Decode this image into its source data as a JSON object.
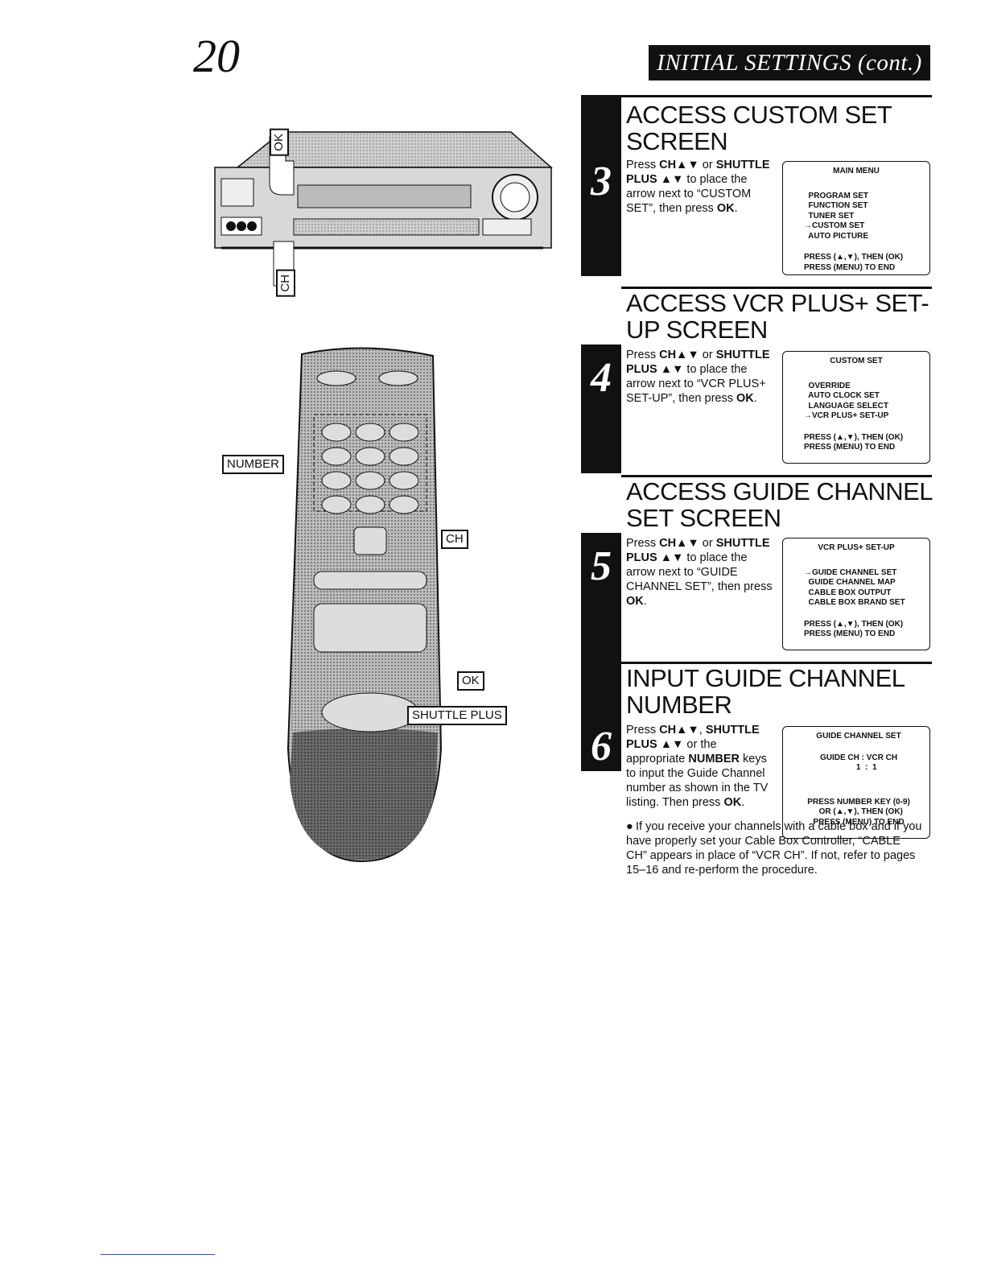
{
  "page": {
    "number": "20",
    "section_title": "INITIAL SETTINGS (cont.)"
  },
  "illustrations": {
    "vcr": {
      "callouts": {
        "ok": "OK",
        "ch": "CH"
      }
    },
    "remote": {
      "callouts": {
        "number": "NUMBER",
        "ch": "CH",
        "ok": "OK",
        "shuttle_plus": "SHUTTLE PLUS"
      }
    }
  },
  "steps": [
    {
      "number": "3",
      "title": "ACCESS CUSTOM SET SCREEN",
      "text": [
        "Press ",
        "CH▲▼",
        " or ",
        "SHUTTLE PLUS ▲▼",
        " to place the arrow next to “CUSTOM SET”, then press ",
        "OK",
        "."
      ],
      "osd": {
        "title": "MAIN MENU",
        "items": [
          "  PROGRAM SET",
          "  FUNCTION SET",
          "  TUNER SET",
          "→CUSTOM SET",
          "  AUTO PICTURE"
        ],
        "footer": [
          "PRESS (▲,▼), THEN (OK)",
          "PRESS (MENU) TO END"
        ]
      }
    },
    {
      "number": "4",
      "title": "ACCESS VCR PLUS+ SET-UP SCREEN",
      "text": [
        "Press ",
        "CH▲▼",
        " or ",
        "SHUTTLE PLUS ▲▼",
        " to place the arrow next to “VCR PLUS+ SET-UP”, then press ",
        "OK",
        "."
      ],
      "osd": {
        "title": "CUSTOM SET",
        "items": [
          "  OVERRIDE",
          "  AUTO CLOCK SET",
          "  LANGUAGE SELECT",
          "→VCR PLUS+ SET-UP"
        ],
        "footer": [
          "PRESS (▲,▼), THEN (OK)",
          "PRESS (MENU) TO END"
        ]
      }
    },
    {
      "number": "5",
      "title": "ACCESS GUIDE CHANNEL SET SCREEN",
      "text": [
        "Press ",
        "CH▲▼",
        " or ",
        "SHUTTLE PLUS ▲▼",
        " to place the arrow next to “GUIDE CHANNEL SET”, then press ",
        "OK",
        "."
      ],
      "osd": {
        "title": "VCR PLUS+ SET-UP",
        "items": [
          "→GUIDE CHANNEL SET",
          "  GUIDE CHANNEL MAP",
          "  CABLE BOX OUTPUT",
          "  CABLE BOX BRAND SET"
        ],
        "footer": [
          "PRESS (▲,▼), THEN (OK)",
          "PRESS (MENU) TO END"
        ]
      }
    },
    {
      "number": "6",
      "title": "INPUT GUIDE CHANNEL NUMBER",
      "text": [
        "Press ",
        "CH▲▼",
        ", ",
        "SHUTTLE PLUS ▲▼",
        " or the appropriate ",
        "NUMBER",
        " keys to input the Guide Channel number as shown in the TV listing. Then press ",
        "OK",
        "."
      ],
      "osd": {
        "title": "GUIDE CHANNEL SET",
        "items": [
          "GUIDE CH : VCR CH",
          "       1  :  1"
        ],
        "footer": [
          "PRESS NUMBER KEY (0-9)",
          "  OR (▲,▼), THEN (OK)",
          "PRESS (MENU) TO END"
        ]
      }
    }
  ],
  "note": {
    "bullet": "●",
    "text": "If you receive your channels with a cable box and if you have properly set your Cable Box Controller, “CABLE CH” appears in place of “VCR CH”. If not, refer to pages 15–16 and re-perform the procedure."
  }
}
